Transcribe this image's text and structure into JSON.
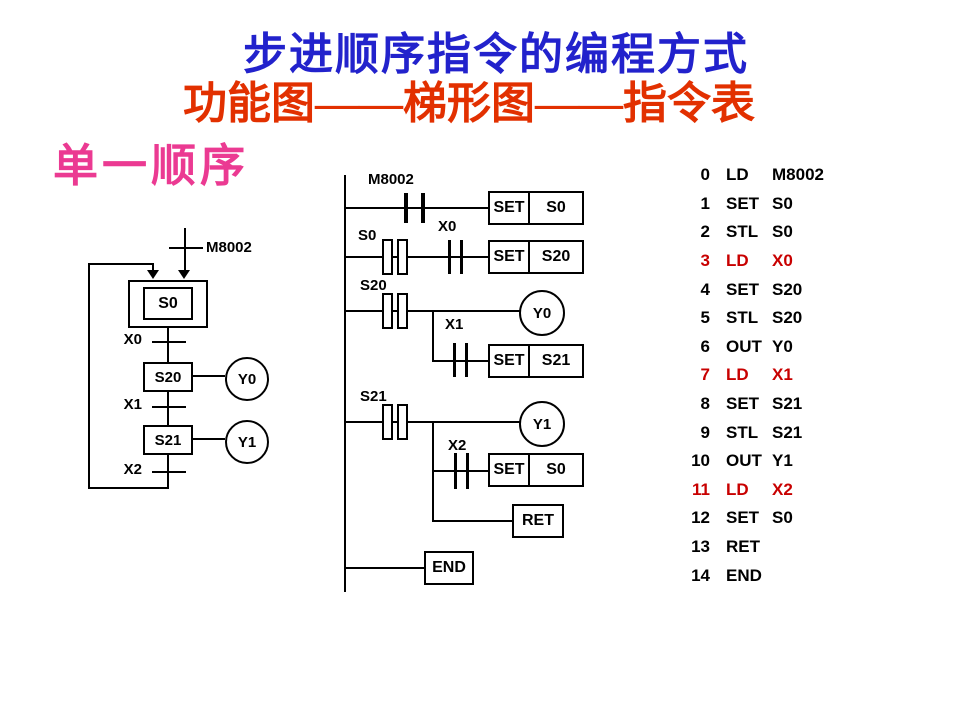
{
  "slide": {
    "title": "步进顺序指令的编程方式",
    "subtitle": "功能图——梯形图——指令表",
    "section_label": "单一顺序"
  },
  "colors": {
    "title_blue": "#2222CC",
    "subtitle_red": "#E23000",
    "section_pink": "#EB3A92",
    "highlight_red": "#C80000",
    "diagram_line": "#000000"
  },
  "sfc": {
    "initial_transition": "M8002",
    "initial_step": "S0",
    "transition_1": "X0",
    "step_2": "S20",
    "output_2": "Y0",
    "transition_2": "X1",
    "step_3": "S21",
    "output_3": "Y1",
    "transition_3": "X2"
  },
  "ladder": {
    "set_label": "SET",
    "rung1": {
      "contact": "M8002",
      "target": "S0"
    },
    "rung2": {
      "stl": "S0",
      "contact": "X0",
      "target": "S20"
    },
    "rung3": {
      "stl": "S20",
      "output": "Y0",
      "contact": "X1",
      "target": "S21"
    },
    "rung4": {
      "stl": "S21",
      "output": "Y1",
      "contact": "X2",
      "target": "S0"
    },
    "ret_label": "RET",
    "end_label": "END"
  },
  "instructions": {
    "rows": [
      {
        "step": "0",
        "op": "LD",
        "operand": "M8002",
        "highlight": false
      },
      {
        "step": "1",
        "op": "SET",
        "operand": "S0",
        "highlight": false
      },
      {
        "step": "2",
        "op": "STL",
        "operand": "S0",
        "highlight": false
      },
      {
        "step": "3",
        "op": "LD",
        "operand": "X0",
        "highlight": true
      },
      {
        "step": "4",
        "op": "SET",
        "operand": "S20",
        "highlight": false
      },
      {
        "step": "5",
        "op": "STL",
        "operand": "S20",
        "highlight": false
      },
      {
        "step": "6",
        "op": "OUT",
        "operand": "Y0",
        "highlight": false
      },
      {
        "step": "7",
        "op": "LD",
        "operand": "X1",
        "highlight": true
      },
      {
        "step": "8",
        "op": "SET",
        "operand": "S21",
        "highlight": false
      },
      {
        "step": "9",
        "op": "STL",
        "operand": "S21",
        "highlight": false
      },
      {
        "step": "10",
        "op": "OUT",
        "operand": "Y1",
        "highlight": false
      },
      {
        "step": "11",
        "op": "LD",
        "operand": "X2",
        "highlight": true
      },
      {
        "step": "12",
        "op": "SET",
        "operand": "S0",
        "highlight": false
      },
      {
        "step": "13",
        "op": "RET",
        "operand": "",
        "highlight": false
      },
      {
        "step": "14",
        "op": "END",
        "operand": "",
        "highlight": false
      }
    ]
  }
}
